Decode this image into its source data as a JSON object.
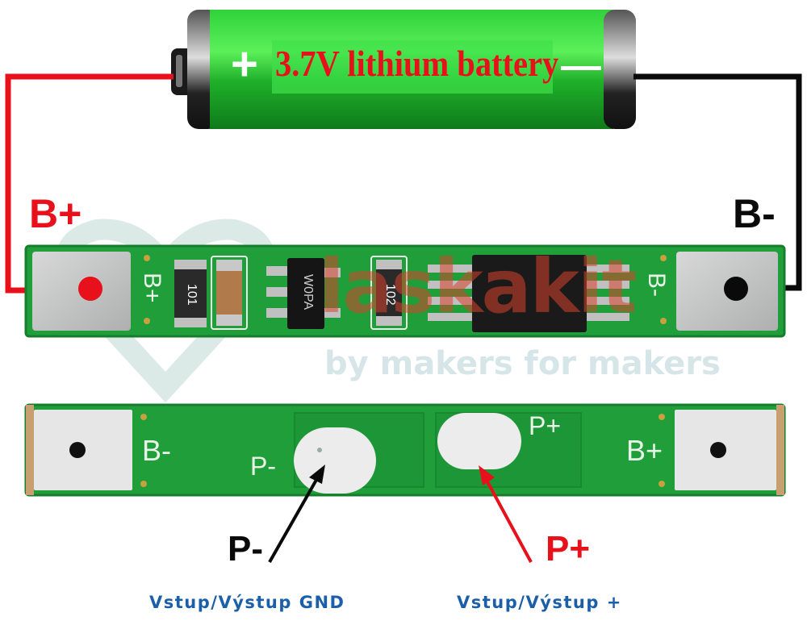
{
  "battery": {
    "label": "3.7V lithium battery",
    "plus_sign": "+",
    "minus_sign": "—"
  },
  "wires": {
    "positive_label": "B+",
    "negative_label": "B-"
  },
  "board_top": {
    "silk_left": "B+",
    "silk_right": "B-",
    "res1_code": "101",
    "res2_code": "102",
    "ic_mark": "W0PA"
  },
  "board_bottom": {
    "silk_left": "B-",
    "silk_pminus": "P-",
    "silk_pplus": "P+",
    "silk_right": "B+"
  },
  "callouts": {
    "p_minus_label": "P-",
    "p_plus_label": "P+",
    "p_minus_caption": "Vstup/Výstup GND",
    "p_plus_caption": "Vstup/Výstup +"
  },
  "watermark": {
    "brand": "laskakit",
    "tagline": "by makers for makers"
  },
  "colors": {
    "pcb_green": "#1f9e3a",
    "wire_red": "#e8101a",
    "wire_black": "#0a0a0a",
    "battery_green": "#22c22e",
    "caption_blue": "#1b5fa8"
  }
}
